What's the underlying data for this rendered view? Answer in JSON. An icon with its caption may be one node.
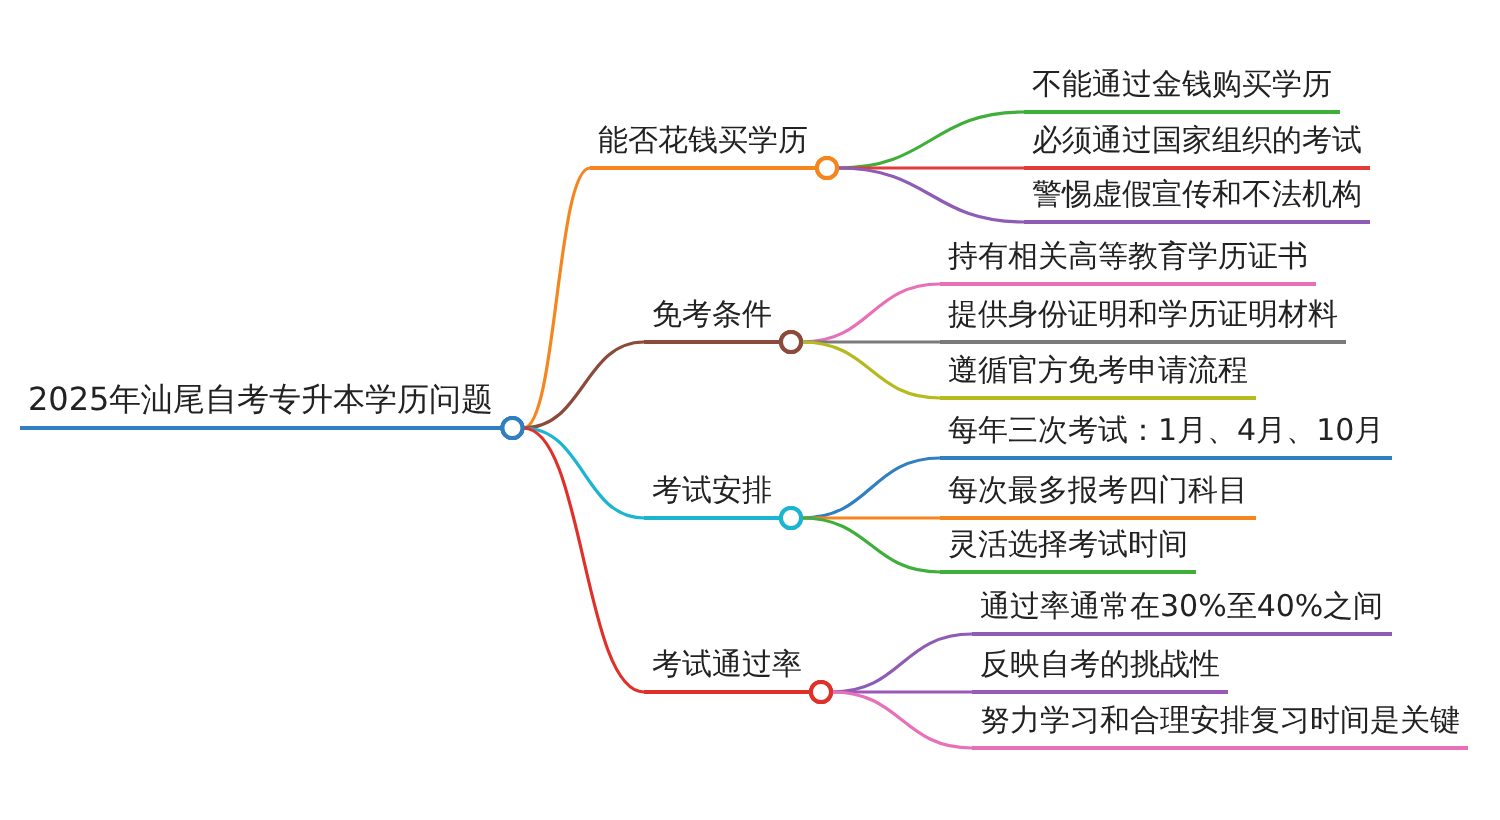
{
  "diagram": {
    "nodes": [
      {
        "text": [
          "2025年汕尾自考专升本学历问题"
        ]
      },
      {
        "text": [
          "能否花钱买学历"
        ]
      },
      {
        "text": [
          "不能通过金钱购买学历"
        ]
      },
      {
        "text": [
          "必须通过国家组织的考试"
        ]
      },
      {
        "text": [
          "警惕虚假宣传和不法机构"
        ]
      },
      {
        "text": [
          "免考条件"
        ]
      },
      {
        "text": [
          "持有相关高等教育学历证书"
        ]
      },
      {
        "text": [
          "提供身份证明和学历证明材料"
        ]
      },
      {
        "text": [
          "遵循官方免考申请流程"
        ]
      },
      {
        "text": [
          "考试安排"
        ]
      },
      {
        "text": [
          "每年三次考试：1月、4月、10月"
        ]
      },
      {
        "text": [
          "每次最多报考四门科目"
        ]
      },
      {
        "text": [
          "灵活选择考试时间"
        ]
      },
      {
        "text": [
          "考试通过率"
        ]
      },
      {
        "text": [
          "通过率通常在30%至40%之间"
        ]
      },
      {
        "text": [
          "反映自考的挑战性"
        ]
      },
      {
        "text": [
          "努力学习和合理安排复习时间是关键"
        ]
      }
    ],
    "edges": [
      {
        "from": 0,
        "to": 1,
        "arrow": "other",
        "color": "#f5861f"
      },
      {
        "from": 1,
        "to": 2,
        "arrow": "other",
        "color": "#3fae3a"
      },
      {
        "from": 1,
        "to": 3,
        "arrow": "other",
        "color": "#e23b3b"
      },
      {
        "from": 1,
        "to": 4,
        "arrow": "other",
        "color": "#8e5bb5"
      },
      {
        "from": 0,
        "to": 5,
        "arrow": "other",
        "color": "#8b4a3a"
      },
      {
        "from": 5,
        "to": 6,
        "arrow": "other",
        "color": "#e870b8"
      },
      {
        "from": 5,
        "to": 7,
        "arrow": "other",
        "color": "#7a7a7a"
      },
      {
        "from": 5,
        "to": 8,
        "arrow": "other",
        "color": "#b5bb1f"
      },
      {
        "from": 0,
        "to": 9,
        "arrow": "other",
        "color": "#1cb5cf"
      },
      {
        "from": 9,
        "to": 10,
        "arrow": "other",
        "color": "#2f7fc1"
      },
      {
        "from": 9,
        "to": 11,
        "arrow": "other",
        "color": "#f5861f"
      },
      {
        "from": 9,
        "to": 12,
        "arrow": "other",
        "color": "#3fae3a"
      },
      {
        "from": 0,
        "to": 13,
        "arrow": "other",
        "color": "#e0302a"
      },
      {
        "from": 13,
        "to": 14,
        "arrow": "other",
        "color": "#8e5bb5"
      },
      {
        "from": 13,
        "to": 15,
        "arrow": "other",
        "color": "#9b59b6"
      },
      {
        "from": 13,
        "to": 16,
        "arrow": "other",
        "color": "#e870b8"
      }
    ]
  }
}
